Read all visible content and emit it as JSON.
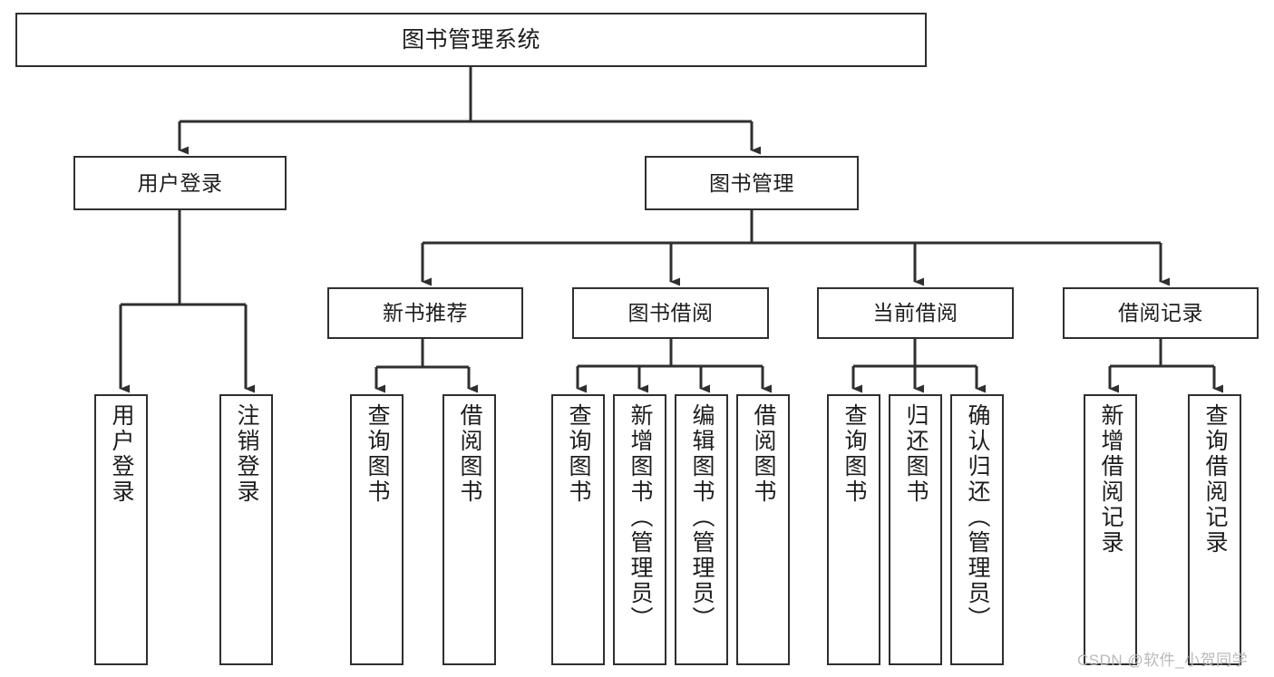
{
  "diagram": {
    "type": "tree-hierarchy",
    "title": "图书管理系统",
    "colors": {
      "background": "#ffffff",
      "box_border": "#2f2f2f",
      "connector": "#2f2f2f",
      "text": "#1d1d1d",
      "watermark": "#b9b9b9"
    }
  },
  "root": {
    "label": "图书管理系统"
  },
  "level2": [
    {
      "label": "用户登录"
    },
    {
      "label": "图书管理"
    }
  ],
  "level3": [
    {
      "label": "新书推荐"
    },
    {
      "label": "图书借阅"
    },
    {
      "label": "当前借阅"
    },
    {
      "label": "借阅记录"
    }
  ],
  "leaves": {
    "user_login": [
      {
        "label": "用户登录"
      },
      {
        "label": "注销登录"
      }
    ],
    "new_book": [
      {
        "label": "查询图书"
      },
      {
        "label": "借阅图书"
      }
    ],
    "book_borrow": [
      {
        "label": "查询图书"
      },
      {
        "label": "新增图书（管理员）"
      },
      {
        "label": "编辑图书（管理员）"
      },
      {
        "label": "借阅图书"
      }
    ],
    "current_borrow": [
      {
        "label": "查询图书"
      },
      {
        "label": "归还图书"
      },
      {
        "label": "确认归还（管理员）"
      }
    ],
    "borrow_record": [
      {
        "label": "新增借阅记录"
      },
      {
        "label": "查询借阅记录"
      }
    ]
  },
  "watermark": {
    "text": "CSDN @软件_小贺同学"
  }
}
